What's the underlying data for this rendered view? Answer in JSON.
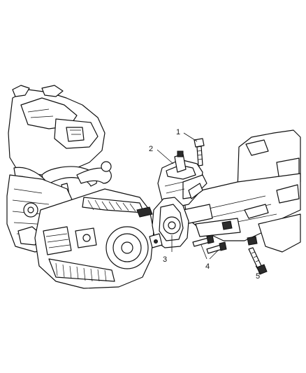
{
  "callouts": [
    {
      "id": "c1",
      "number": "1"
    },
    {
      "id": "c2",
      "number": "2"
    },
    {
      "id": "c3",
      "number": "3"
    },
    {
      "id": "c4",
      "number": "4"
    },
    {
      "id": "c5",
      "number": "5"
    }
  ]
}
